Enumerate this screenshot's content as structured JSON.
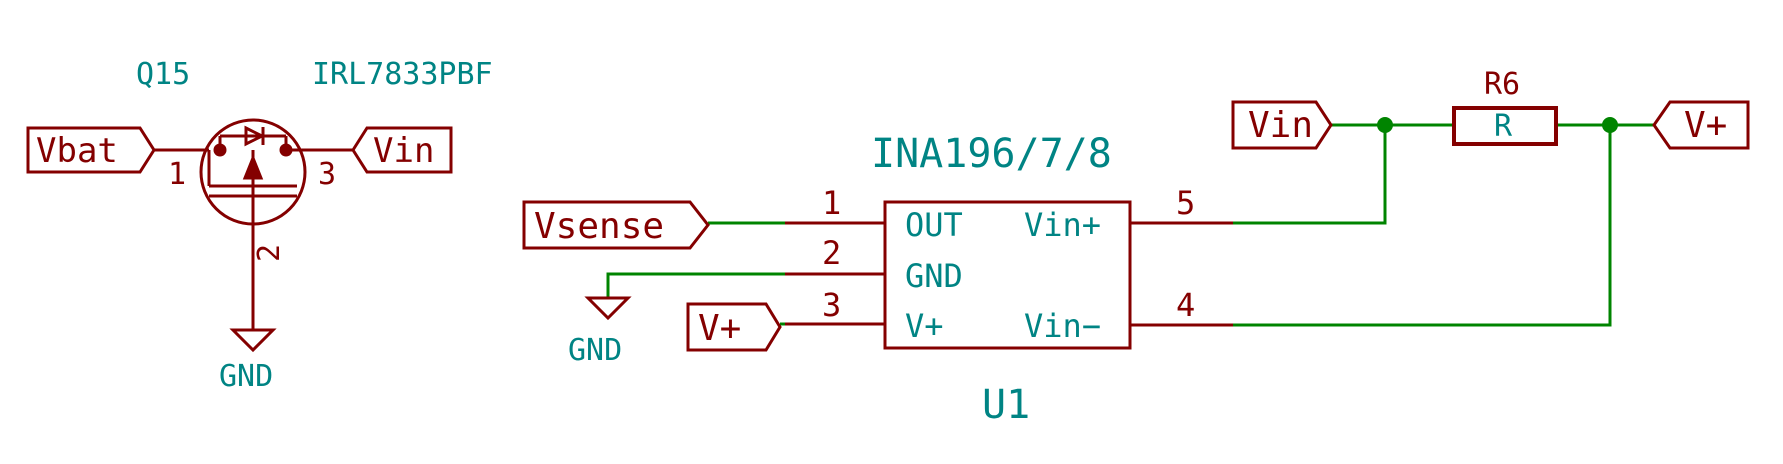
{
  "colors": {
    "symbol": "#840000",
    "wire": "#008400",
    "ref_text": "#008484",
    "background": "#ffffff"
  },
  "q15": {
    "ref": "Q15",
    "value": "IRL7833PBF",
    "pin_gate": "1",
    "pin_drain": "3",
    "pin_source": "2"
  },
  "u1": {
    "value": "INA196/7/8",
    "ref": "U1",
    "pins": {
      "out_num": "1",
      "out_name": "OUT",
      "gnd_num": "2",
      "gnd_name": "GND",
      "vplus_num": "3",
      "vplus_name": "V+",
      "vinminus_num": "4",
      "vinminus_name": "Vin−",
      "vinplus_num": "5",
      "vinplus_name": "Vin+"
    }
  },
  "r6": {
    "ref": "R6",
    "value": "R"
  },
  "labels": {
    "vbat": "Vbat",
    "vin_q15": "Vin",
    "vsense": "Vsense",
    "vplus_u1": "V+",
    "vin_top": "Vin",
    "vplus_top": "V+"
  },
  "power": {
    "gnd_q15": "GND",
    "gnd_u1": "GND"
  }
}
